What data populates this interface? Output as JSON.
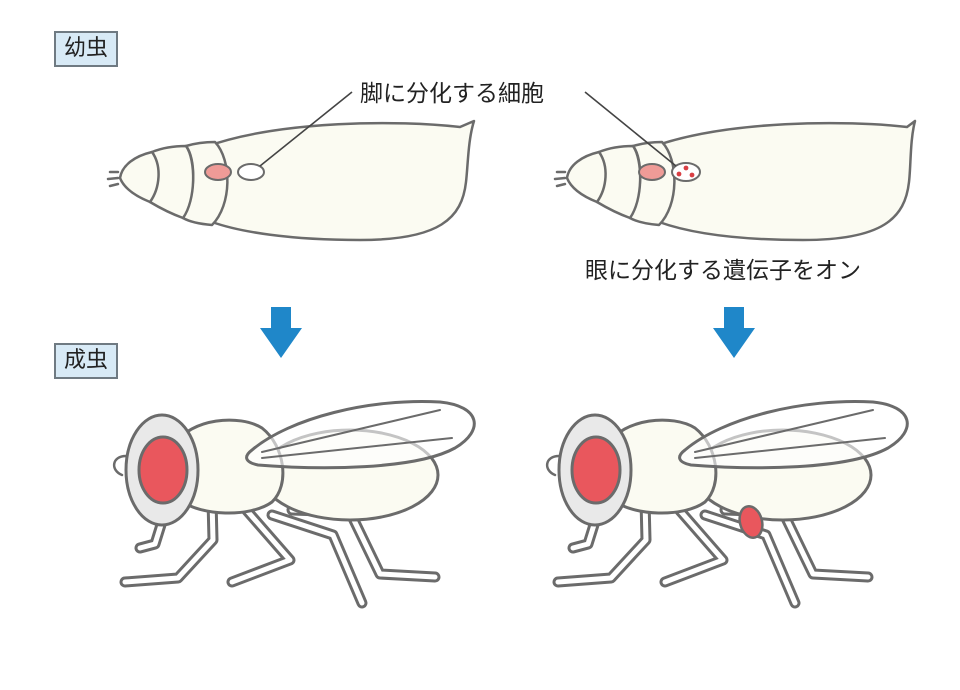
{
  "labels": {
    "larva": "幼虫",
    "adult": "成虫"
  },
  "captions": {
    "leg_cells": "脚に分化する細胞",
    "eye_gene_on": "眼に分化する遺伝子をオン"
  },
  "colors": {
    "label_bg": "#d8eaf6",
    "body_fill": "#fbfbf2",
    "outline": "#6b6b6b",
    "eye_red": "#e9575d",
    "cell_pink": "#ef9b97",
    "arrow_blue": "#1f87c9"
  },
  "icons": {
    "arrow": "arrow-down-icon"
  }
}
